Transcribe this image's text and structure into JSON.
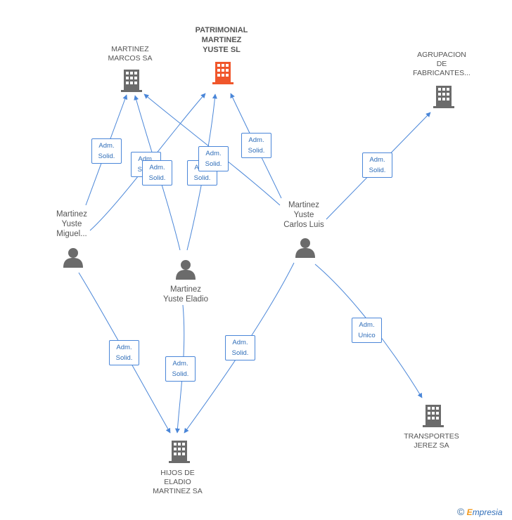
{
  "colors": {
    "edge": "#4a86d8",
    "company": "#6b6b6b",
    "main_company": "#f0562b",
    "person": "#6b6b6b"
  },
  "companies": {
    "patrimonial": "PATRIMONIAL\nMARTINEZ\nYUSTE SL",
    "marcos": "MARTINEZ\nMARCOS SA",
    "agrupacion": "AGRUPACION\nDE\nFABRICANTES...",
    "hijos": "HIJOS DE\nELADIO\nMARTINEZ SA",
    "transportes": "TRANSPORTES\nJEREZ SA"
  },
  "persons": {
    "miguel": "Martinez\nYuste\nMiguel...",
    "eladio": "Martinez\nYuste Eladio",
    "carlos": "Martinez\nYuste\nCarlos Luis"
  },
  "relations": {
    "adm_solid": "Adm.\nSolid.",
    "adm_unico": "Adm.\nUnico"
  },
  "footer": {
    "copyright": "©",
    "brand_initial": "E",
    "brand_rest": "mpresia"
  }
}
